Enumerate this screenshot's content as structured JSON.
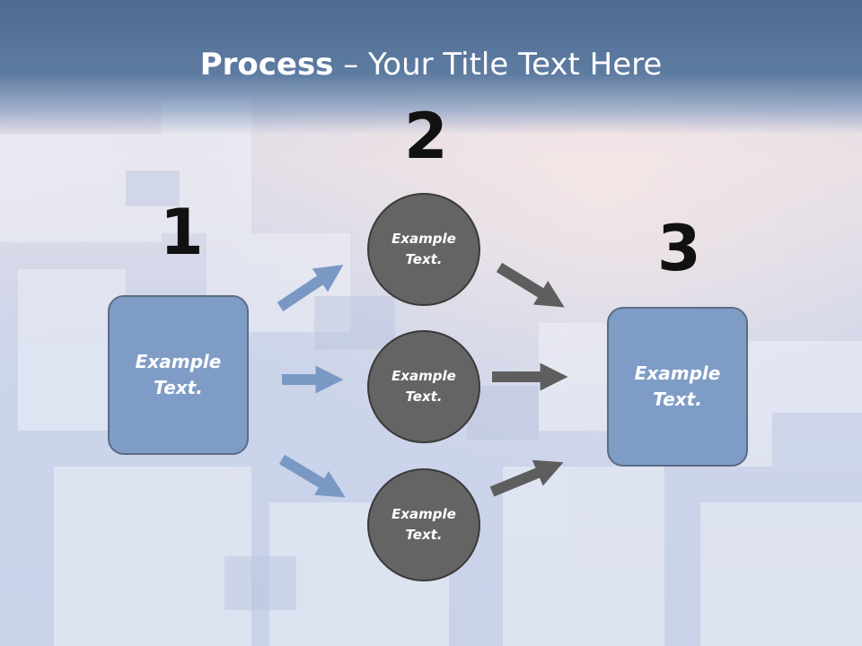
{
  "title": {
    "bold": "Process",
    "rest": " – Your Title Text Here"
  },
  "steps": [
    {
      "number": "1",
      "label_line1": "Example",
      "label_line2": "Text."
    },
    {
      "number": "2"
    },
    {
      "number": "3",
      "label_line1": "Example",
      "label_line2": "Text."
    }
  ],
  "circles": [
    {
      "line1": "Example",
      "line2": "Text."
    },
    {
      "line1": "Example",
      "line2": "Text."
    },
    {
      "line1": "Example",
      "line2": "Text."
    }
  ],
  "colors": {
    "header": "#5a7599",
    "box": "#7f9cc6",
    "circle": "#646464",
    "arrow_blue": "#7a98c4",
    "arrow_gray": "#5e5e5e"
  }
}
